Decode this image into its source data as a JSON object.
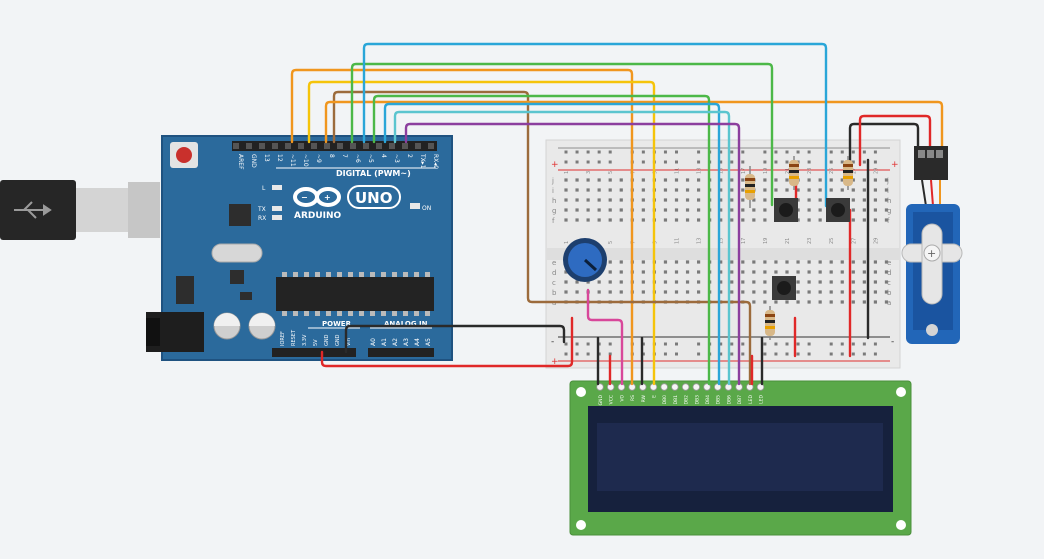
{
  "canvas": {
    "background": "#f2f4f6"
  },
  "arduino": {
    "brand": "ARDUINO",
    "model": "UNO",
    "header_label": "DIGITAL (PWM~)",
    "digital_pins": [
      "AREF",
      "GND",
      "13",
      "12",
      "~11",
      "~10",
      "~9",
      "8",
      "7",
      "~6",
      "~5",
      "4",
      "~3",
      "2",
      "TX▸1",
      "RX◂0"
    ],
    "led_labels": [
      "L",
      "TX",
      "RX"
    ],
    "on_label": "ON",
    "power_label": "POWER",
    "analog_label": "ANALOG IN",
    "power_pins": [
      "IOREF",
      "RESET",
      "3.3V",
      "5V",
      "GND",
      "GND",
      "Vin"
    ],
    "analog_pins": [
      "A0",
      "A1",
      "A2",
      "A3",
      "A4",
      "A5"
    ],
    "board_color": "#2b6a9c"
  },
  "breadboard": {
    "row_letters_top": [
      "j",
      "i",
      "h",
      "g",
      "f"
    ],
    "row_letters_bottom": [
      "e",
      "d",
      "c",
      "b",
      "a"
    ],
    "column_numbers": [
      "1",
      "3",
      "5",
      "7",
      "9",
      "11",
      "13",
      "15",
      "17",
      "19",
      "21",
      "23",
      "25",
      "27",
      "29"
    ],
    "rail_plus": "+",
    "rail_minus": "-"
  },
  "lcd": {
    "pin_labels": [
      "GND",
      "VCC",
      "VO",
      "RS",
      "RW",
      "E",
      "DB0",
      "DB1",
      "DB2",
      "DB3",
      "DB4",
      "DB5",
      "DB6",
      "DB7",
      "LED",
      "LED"
    ],
    "board_color": "#5aa849",
    "screen_color": "#1e2a4e"
  },
  "wire_colors": {
    "orange": "#f0961e",
    "yellow": "#f5c40a",
    "brown": "#9c6b3c",
    "green": "#4cb848",
    "blue": "#2aa6d8",
    "teal": "#5bc5cf",
    "purple": "#8c3f9e",
    "red": "#e02828",
    "black": "#2a2a2a",
    "pink": "#d8479a"
  }
}
